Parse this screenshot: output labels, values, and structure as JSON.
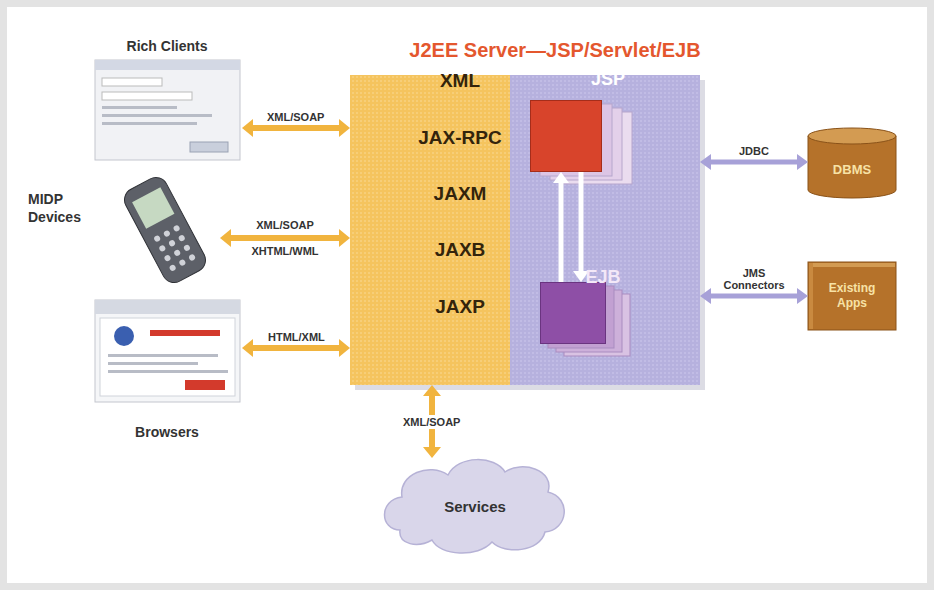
{
  "diagram": {
    "nodes": [
      {
        "text": [
          "J2EE Server—JSP/Servlet/EJB"
        ]
      },
      {
        "text": [
          "XML",
          "JAX-RPC",
          "JAXM",
          "JAXB",
          "JAXP"
        ],
        "in": 0
      },
      {
        "text": [
          "JSP"
        ],
        "in": 0
      },
      {
        "text": [
          "EJB"
        ],
        "in": 0
      },
      {
        "text": [
          "Rich Clients"
        ]
      },
      {
        "text": [
          "MIDP Devices"
        ]
      },
      {
        "text": [
          "Browsers"
        ]
      },
      {
        "text": [
          "Services"
        ]
      },
      {
        "text": [
          "DBMS"
        ]
      },
      {
        "text": [
          "Existing Apps"
        ]
      }
    ],
    "edges": [
      {
        "from": 1,
        "to": 4,
        "label": "XML/SOAP",
        "arrow": "both"
      },
      {
        "from": 1,
        "to": 5,
        "label": "XML/SOAP XHTML/WML",
        "arrow": "both"
      },
      {
        "from": 1,
        "to": 6,
        "label": "HTML/XML",
        "arrow": "both"
      },
      {
        "from": 1,
        "to": 7,
        "label": "XML/SOAP",
        "arrow": "both"
      },
      {
        "from": 3,
        "to": 2,
        "arrow": "to"
      },
      {
        "from": 2,
        "to": 3,
        "arrow": "to"
      },
      {
        "from": 0,
        "to": 8,
        "label": "JDBC",
        "arrow": "both"
      },
      {
        "from": 0,
        "to": 9,
        "label": "JMS Connectors",
        "arrow": "both"
      }
    ]
  }
}
